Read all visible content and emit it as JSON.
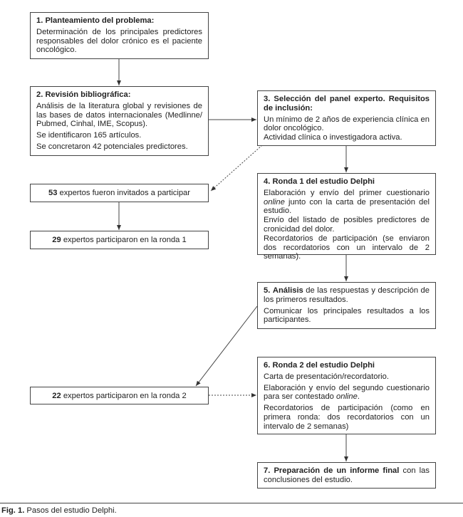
{
  "steps": {
    "s1": {
      "title": "1. Planteamiento del problema:",
      "lines": [
        "Determinación de los principales predictores responsables del dolor crónico es el paciente oncológico."
      ]
    },
    "s2": {
      "title": "2. Revisión bibliográfica:",
      "lines": [
        "Análisis de la literatura global y revisiones de las bases de datos internacionales (Medlinne/ Pubmed, Cinhal, IME, Scopus).",
        "Se identificaron 165 artículos.",
        "Se concretaron 42 potenciales predictores."
      ]
    },
    "s3": {
      "title": "3. Selección del panel experto. Requisitos de inclusión:",
      "lines": [
        "Un mínimo de 2 años de experiencia clínica en dolor oncológico.",
        "Actividad clínica o investigadora activa."
      ]
    },
    "s4": {
      "title": "4. Ronda 1 del estudio Delphi",
      "l1_italic": "online",
      "l1a": "Elaboración y envío del primer cuestionario ",
      "l1b": " junto con la carta de presentación del estudio.",
      "l2": "Envío del listado de posibles predictores de cronicidad del dolor.",
      "l3": "Recordatorios de participación (se enviaron dos recordatorios con un intervalo de 2 semanas)."
    },
    "s5": {
      "num": "5.",
      "bold": "Análisis",
      "rest": " de las respuestas y descripción de los primeros resultados.",
      "l2": "Comunicar los principales resultados a los participantes."
    },
    "s6": {
      "title": "6. Ronda 2 del estudio Delphi",
      "l1": "Carta de presentación/recordatorio.",
      "l2a": "Elaboración y envío del segundo cuestionario para ser contestado ",
      "l2_italic": "online",
      "l2b": ".",
      "l3": "Recordatorios de participación (como en primera ronda: dos recordatorios con un intervalo de 2 semanas)"
    },
    "s7": {
      "bold": "7. Preparación de un informe final",
      "rest": " con las conclusiones del estudio."
    }
  },
  "experts": {
    "invited": {
      "n": "53",
      "text": " expertos fueron invitados a participar"
    },
    "round1": {
      "n": "29",
      "text": " expertos participaron en la ronda 1"
    },
    "round2": {
      "n": "22",
      "text": " expertos participaron en la ronda 2"
    }
  },
  "caption": {
    "label": "Fig. 1.",
    "text": " Pasos del estudio Delphi."
  }
}
